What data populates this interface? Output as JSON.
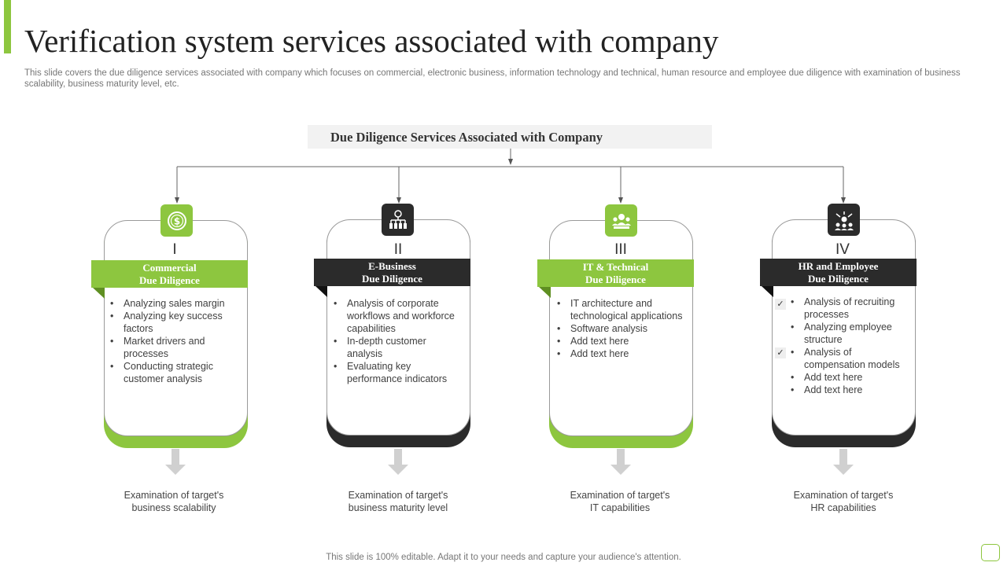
{
  "slide": {
    "title": "Verification system services associated with company",
    "subtitle": "This slide covers the due diligence services associated with company which focuses on commercial, electronic business, information technology and technical, human resource and employee due diligence with examination of business scalability, business maturity level, etc.",
    "header": "Due Diligence Services Associated with Company",
    "footer": "This slide is 100% editable. Adapt it to your needs and capture your audience's attention."
  },
  "columns": [
    {
      "numeral": "I",
      "title_line1": "Commercial",
      "title_line2": "Due Diligence",
      "theme": "green",
      "icon": "dollar-coin-icon",
      "bullets": [
        "Analyzing sales margin",
        "Analyzing key success factors",
        "Market drivers  and processes",
        "Conducting strategic customer analysis"
      ],
      "caption_line1": "Examination of target's",
      "caption_line2": "business scalability"
    },
    {
      "numeral": "II",
      "title_line1": "E-Business",
      "title_line2": "Due Diligence",
      "theme": "dark",
      "icon": "organization-chart-icon",
      "bullets": [
        "Analysis of corporate workflows  and workforce capabilities",
        "In-depth  customer analysis",
        "Evaluating  key performance  indicators"
      ],
      "caption_line1": "Examination of target's",
      "caption_line2": "business maturity level"
    },
    {
      "numeral": "III",
      "title_line1": "IT & Technical",
      "title_line2": "Due Diligence",
      "theme": "green",
      "icon": "team-network-icon",
      "bullets": [
        "IT architecture and technological applications",
        "Software  analysis",
        "Add text here",
        "Add text here"
      ],
      "caption_line1": "Examination of target's",
      "caption_line2": "IT capabilities"
    },
    {
      "numeral": "IV",
      "title_line1": "HR and Employee",
      "title_line2": "Due Diligence",
      "theme": "dark",
      "icon": "people-hub-icon",
      "bullets": [
        "Analysis of recruiting processes",
        "Analyzing  employee structure",
        "Analysis of compensation models",
        "Add text here",
        "Add text here"
      ],
      "caption_line1": "Examination of target's",
      "caption_line2": "HR capabilities"
    }
  ],
  "colors": {
    "accent": "#8dc63f",
    "dark": "#2b2b2b",
    "header_bg": "#f2f2f2"
  }
}
